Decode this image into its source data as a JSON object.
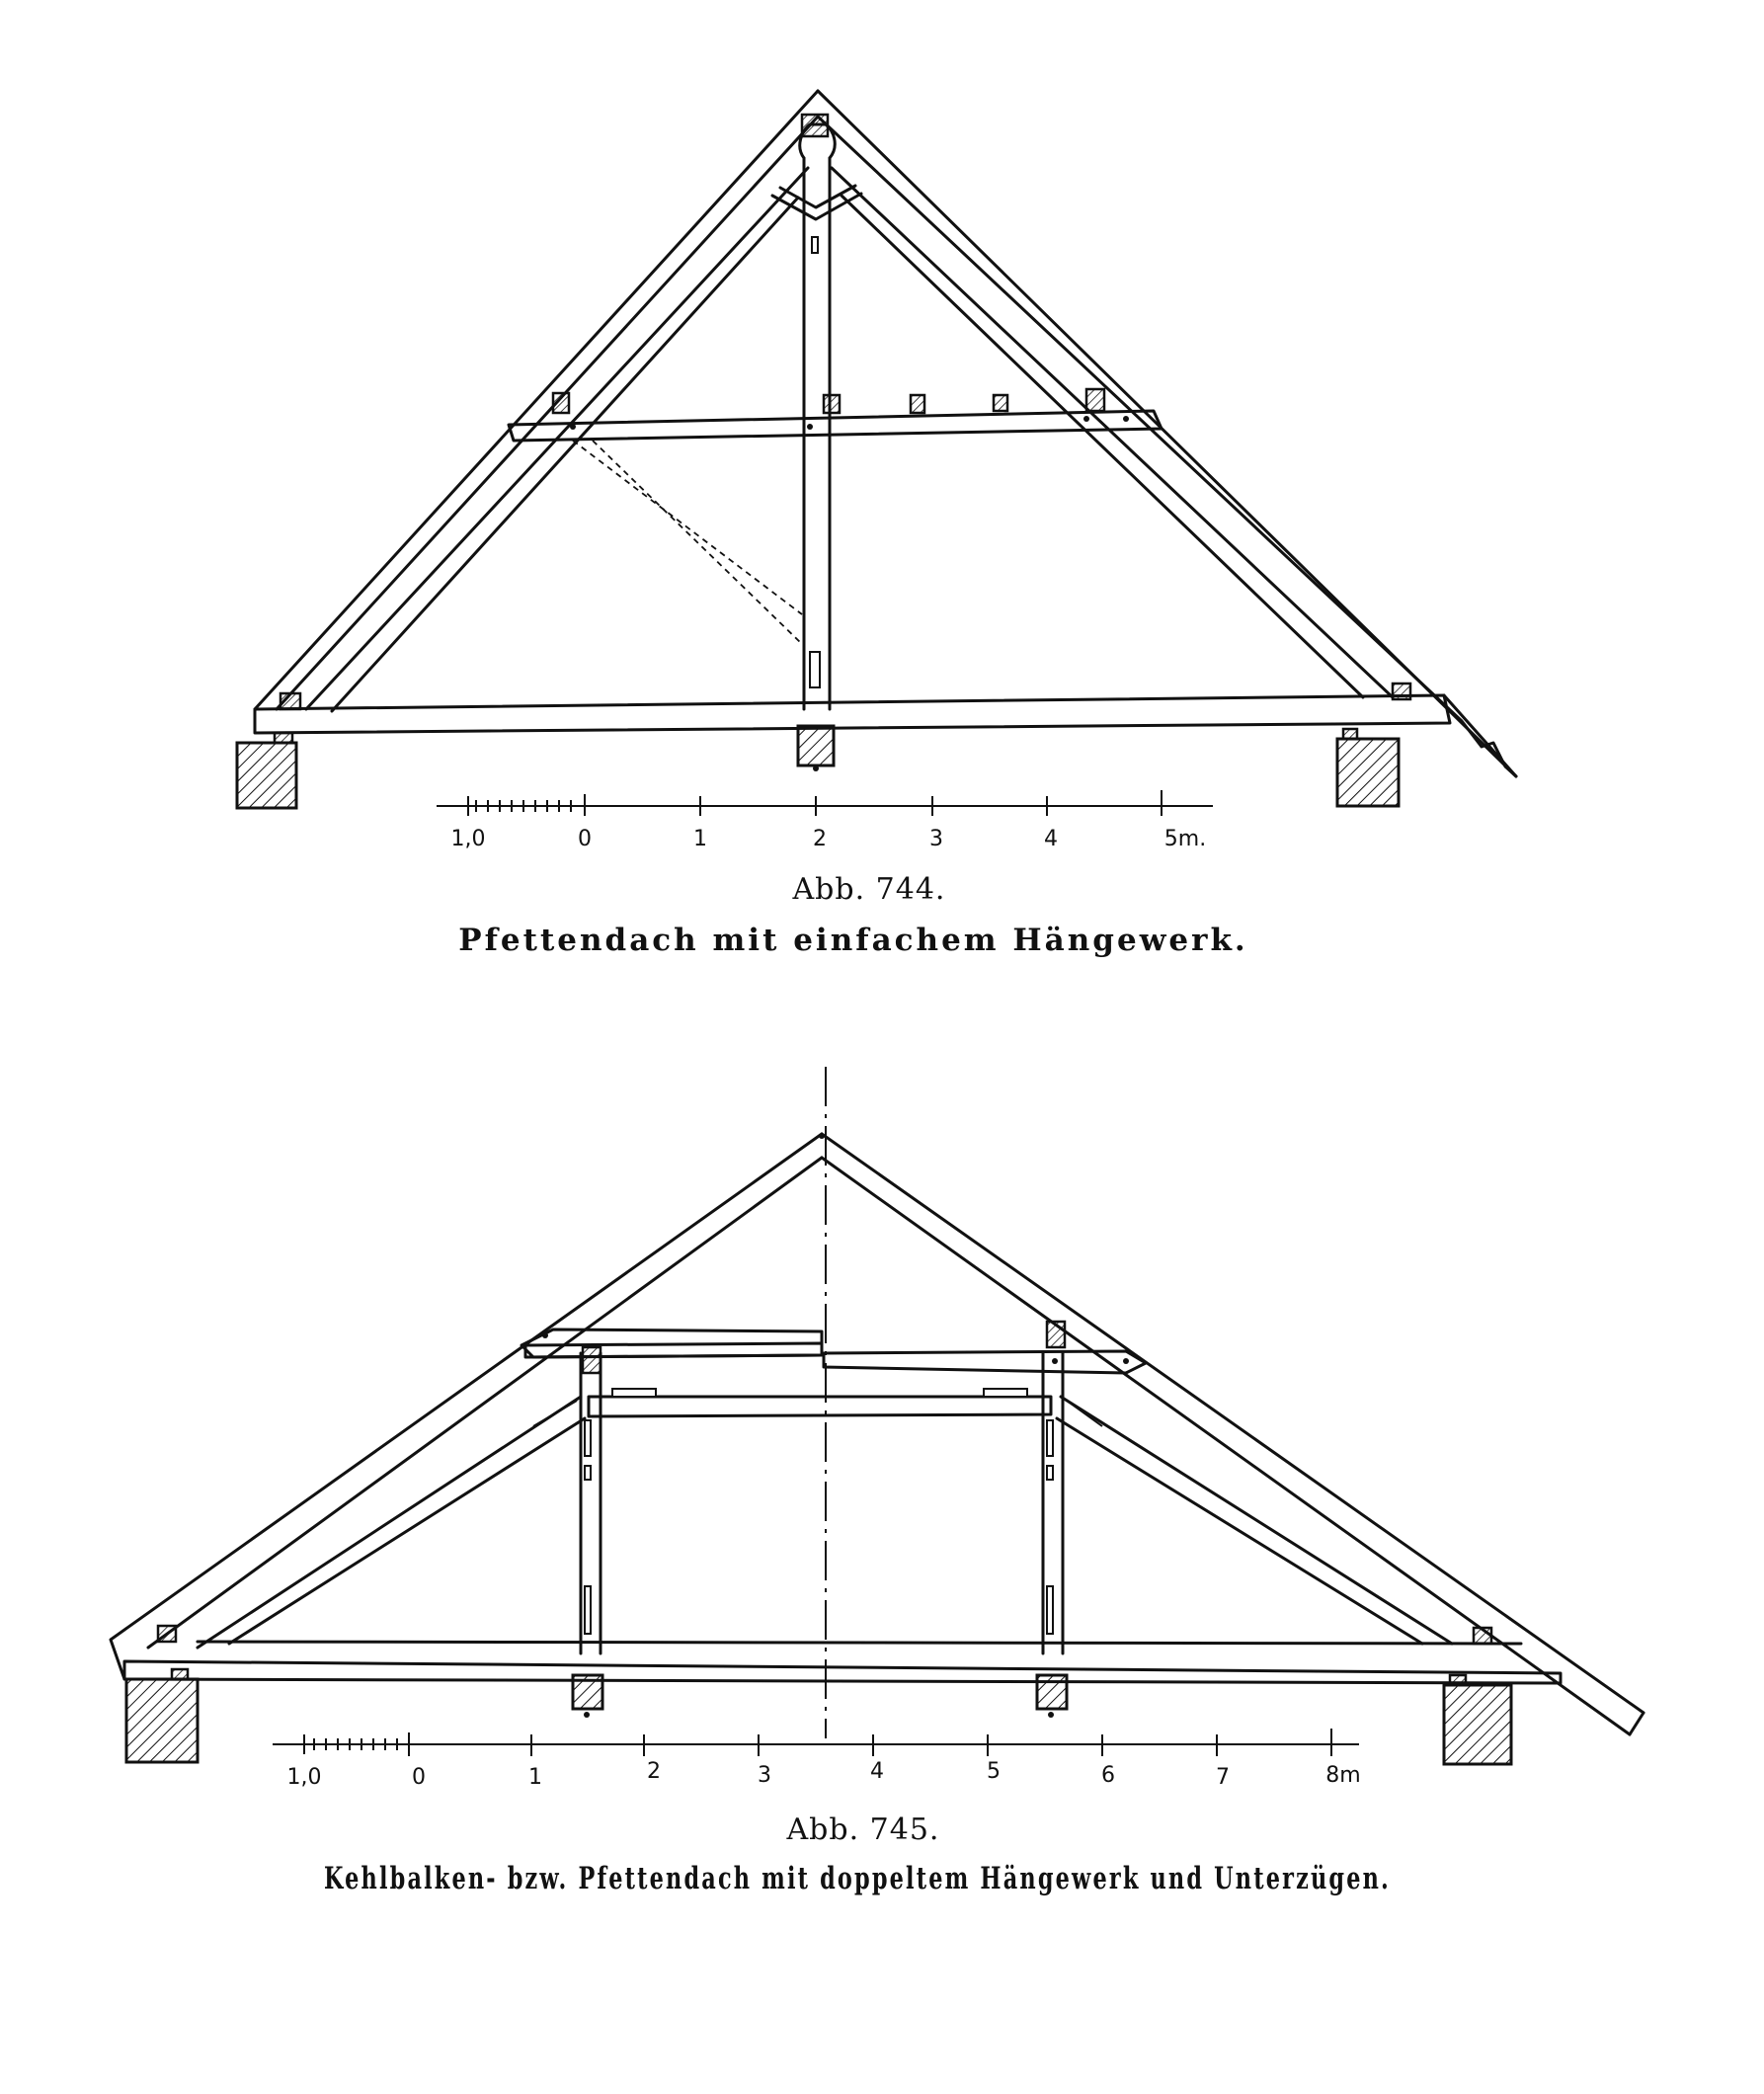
{
  "figures": [
    {
      "number": "Abb. 744.",
      "title": "Pfettendach mit einfachem Hängewerk.",
      "scale": {
        "labels": [
          "1,0",
          "0",
          "1",
          "2",
          "3",
          "4",
          "5m."
        ]
      }
    },
    {
      "number": "Abb. 745.",
      "title": "Kehlbalken- bzw. Pfettendach mit doppeltem Hängewerk und Unterzügen.",
      "scale": {
        "labels": [
          "1,0",
          "0",
          "1",
          "2",
          "3",
          "4",
          "5",
          "6",
          "7",
          "8m"
        ]
      }
    }
  ]
}
